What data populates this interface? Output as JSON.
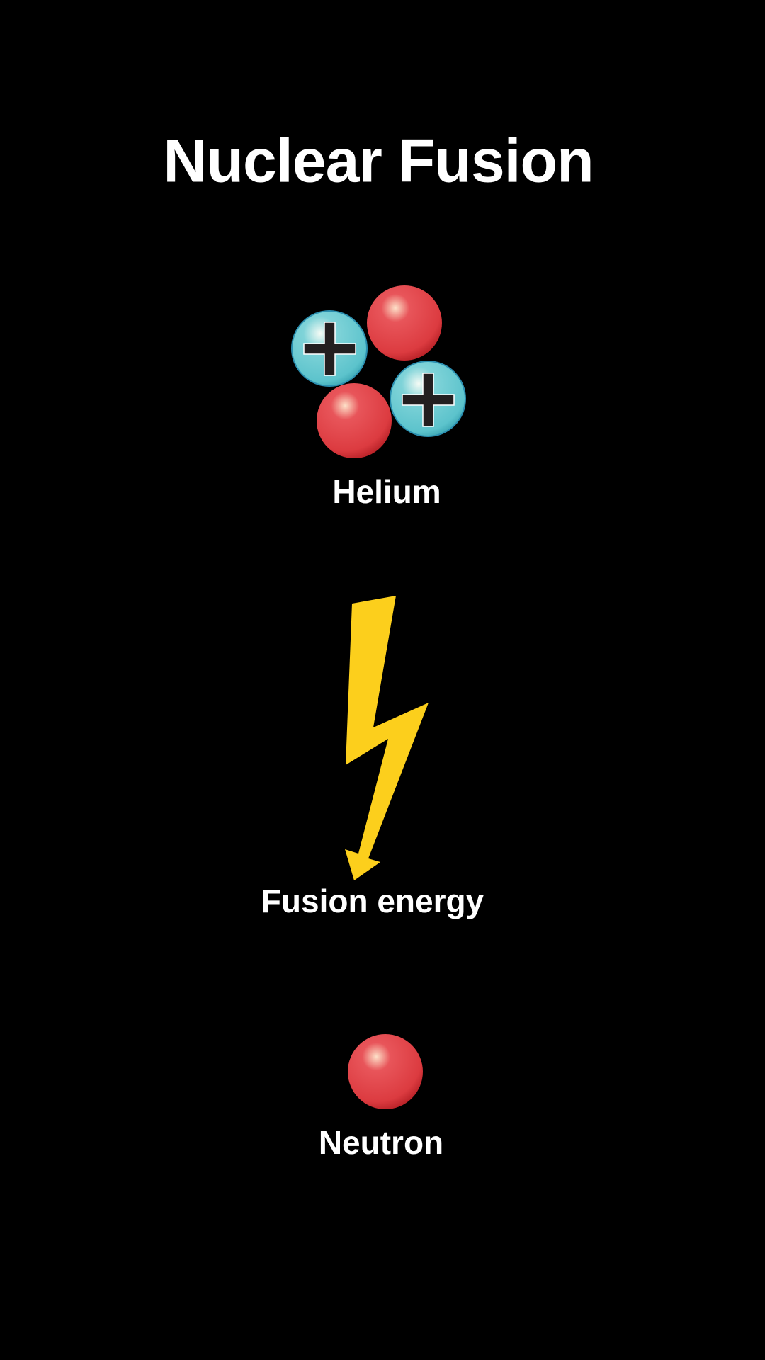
{
  "title": "Nuclear Fusion",
  "labels": {
    "helium": "Helium",
    "energy": "Fusion energy",
    "neutron": "Neutron"
  },
  "colors": {
    "background": "#000000",
    "proton": "#5cc3cc",
    "neutron": "#e0383c",
    "energy": "#fccf1c"
  }
}
